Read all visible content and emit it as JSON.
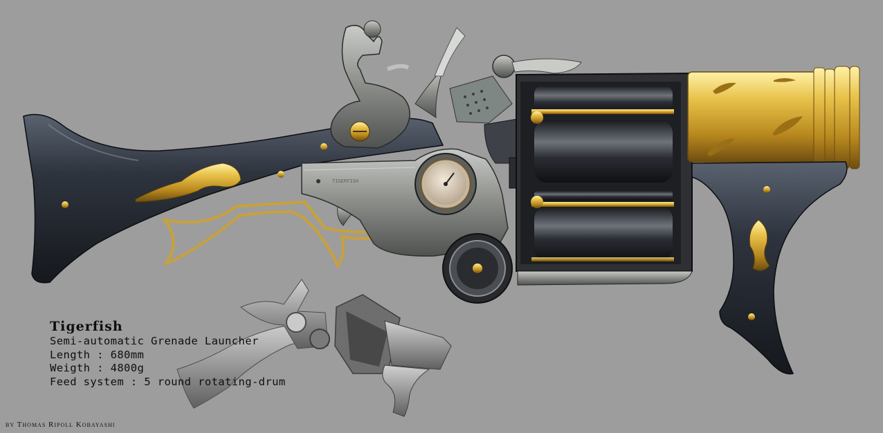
{
  "specs": {
    "name": "Tigerfish",
    "type": "Semi-automatic Grenade Launcher",
    "length": "Length : 680mm",
    "weight": "Weigth : 4800g",
    "feed": "Feed system : 5 round rotating-drum"
  },
  "credit": "by Thomas Ripoll Kobayashi",
  "colors": {
    "background": "#9d9d9d",
    "wood": "#2b313a",
    "steel": "#8a8c8a",
    "brass": "#d8b23a",
    "text": "#0e0e0e"
  }
}
